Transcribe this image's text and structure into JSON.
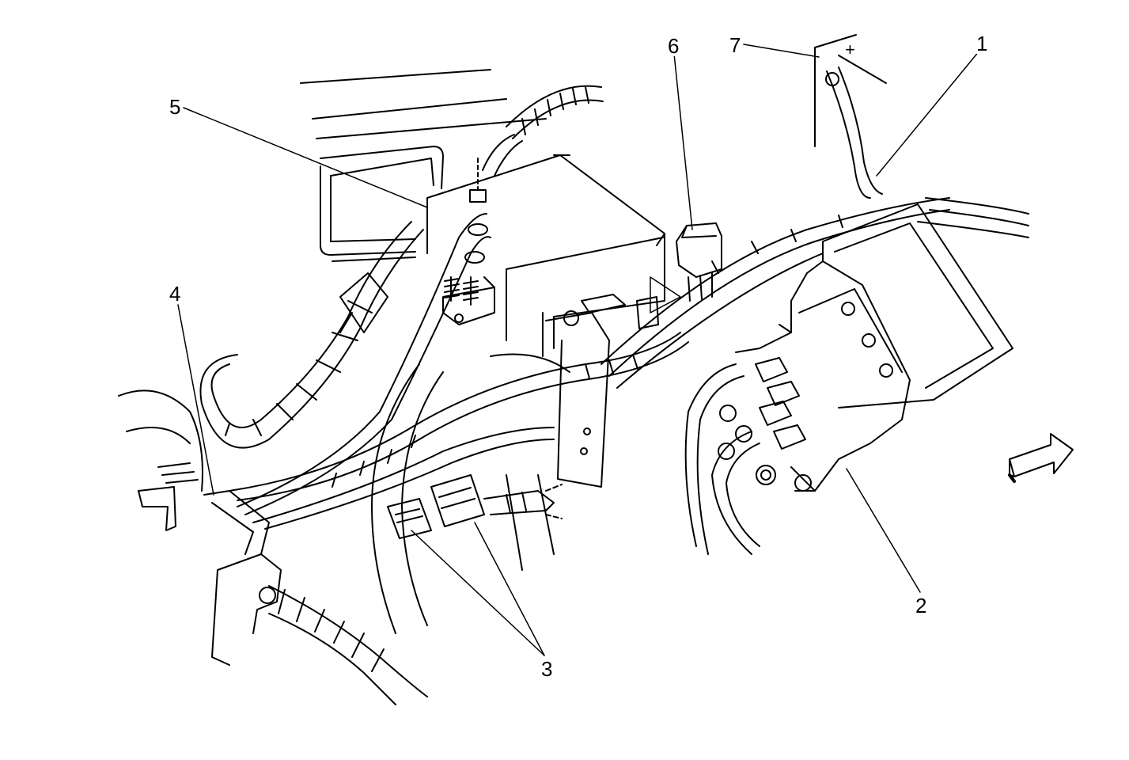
{
  "diagram": {
    "line_color": "#000000",
    "background": "#ffffff",
    "callouts": [
      {
        "id": "1",
        "label": "1"
      },
      {
        "id": "2",
        "label": "2"
      },
      {
        "id": "3",
        "label": "3"
      },
      {
        "id": "4",
        "label": "4"
      },
      {
        "id": "5",
        "label": "5"
      },
      {
        "id": "6",
        "label": "6"
      },
      {
        "id": "7",
        "label": "7"
      }
    ],
    "battery_terminal_symbol": "+",
    "direction_indicator": "arrow-icon"
  }
}
